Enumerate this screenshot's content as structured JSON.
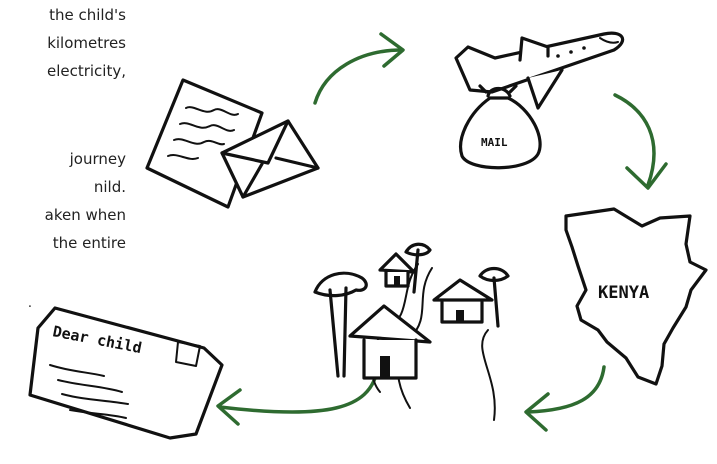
{
  "intro_text_lines": [
    "the child's",
    "kilometres",
    "electricity,",
    "journey",
    "nild.",
    "aken when",
    "the entire",
    "."
  ],
  "sketch_labels": {
    "mail_bag": "MAIL",
    "country": "KENYA",
    "postcard": "Dear child"
  },
  "colors": {
    "arrow_green": "#2e6b30",
    "ink": "#111111"
  },
  "icons": {
    "letters": "letters-and-envelope-icon",
    "airplane": "airplane-icon",
    "mail_bag": "mail-bag-icon",
    "map": "kenya-map-icon",
    "village": "village-huts-icon",
    "postcard": "postcard-icon"
  }
}
